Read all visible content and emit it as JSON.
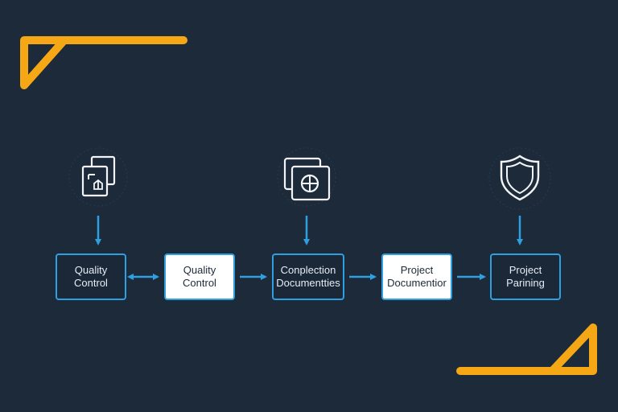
{
  "colors": {
    "background": "#1c2a3a",
    "accent_orange": "#f5a716",
    "accent_blue": "#2f9fe0",
    "icon_stroke": "#f2f4f7"
  },
  "nodes": [
    {
      "line1": "Quality",
      "line2": "Control",
      "style": "dark"
    },
    {
      "line1": "Quality",
      "line2": "Control",
      "style": "light"
    },
    {
      "line1": "Conplection",
      "line2": "Documentties",
      "style": "dark"
    },
    {
      "line1": "Project",
      "line2": "Documentior",
      "style": "light"
    },
    {
      "line1": "Project",
      "line2": "Parining",
      "style": "dark"
    }
  ],
  "icons": [
    {
      "name": "document-stack-icon",
      "attached_to": 0
    },
    {
      "name": "target-window-icon",
      "attached_to": 2
    },
    {
      "name": "shield-icon",
      "attached_to": 4
    }
  ],
  "connectors": [
    {
      "from": 0,
      "to": 1,
      "kind": "bidirectional"
    },
    {
      "from": 1,
      "to": 2,
      "kind": "forward"
    },
    {
      "from": 2,
      "to": 3,
      "kind": "forward"
    },
    {
      "from": 3,
      "to": 4,
      "kind": "forward"
    }
  ]
}
